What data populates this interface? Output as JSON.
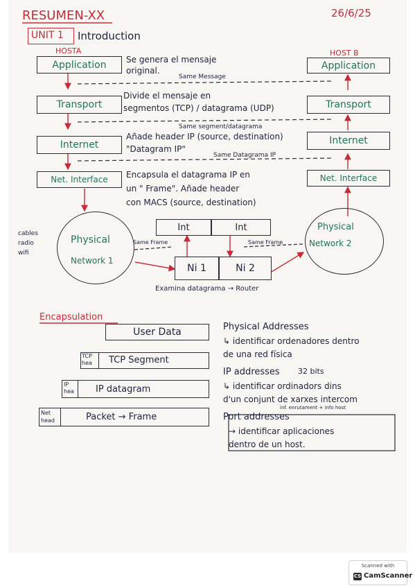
{
  "header": {
    "title": "RESUMEN-XX",
    "date": "26/6/25"
  },
  "unit": {
    "badge": "UNIT 1",
    "title": "Introduction"
  },
  "hosts": {
    "a": "HOSTA",
    "b": "HOST B"
  },
  "layers": {
    "application": "Application",
    "transport": "Transport",
    "internet": "Internet",
    "net_interface": "Net. Interface",
    "physical": "Physical",
    "network1": "Network 1",
    "physical2": "Physical",
    "network2": "Network 2"
  },
  "peer_labels": {
    "message": "Same Message",
    "segment": "Same segment/datagrama",
    "datagram": "Same Datagrama IP",
    "frame_left": "Same Frame",
    "frame_right": "Same Frame"
  },
  "notes": {
    "app": [
      "Se genera el mensaje",
      "original."
    ],
    "transport": [
      "Divide el mensaje en",
      "segmentos (TCP) / datagrama (UDP)"
    ],
    "internet": [
      "Añade header IP (source, destination)",
      "\"Datagram IP\""
    ],
    "netif": [
      "Encapsula el datagrama IP en",
      "un \" Frame\". Añade header",
      "con MACS (source, destination)"
    ]
  },
  "media": [
    "cables",
    "radio",
    "wifi"
  ],
  "routers": {
    "int_left": "Int",
    "int_right": "Int",
    "ni1": "Ni 1",
    "ni2": "Ni 2",
    "caption": "Examina datagrama → Router"
  },
  "encapsulation": {
    "title": "Encapsulation",
    "rows": [
      {
        "head": [],
        "label": "User Data"
      },
      {
        "head": [
          "TCP",
          "hea"
        ],
        "label": "TCP Segment"
      },
      {
        "head": [
          "IP",
          "hea"
        ],
        "label": "IP datagram"
      },
      {
        "head": [
          "Net",
          "head"
        ],
        "label": "Packet → Frame"
      }
    ]
  },
  "addresses": {
    "physical": {
      "title": "Physical Addresses",
      "desc": [
        "↳ identificar ordenadores dentro",
        "de una red física"
      ]
    },
    "ip": {
      "title": "IP addresses",
      "bits": "32 bits",
      "desc": [
        "↳ identificar ordinadors dins",
        "d'un conjunt de xarxes intercom"
      ],
      "sub": "inf. enrutament + info host"
    },
    "port": {
      "title": "Port addresses",
      "desc": [
        "→ identificar aplicaciones",
        "dentro de un host."
      ]
    }
  },
  "scanner": {
    "line1": "Scanned with",
    "logo": "CS",
    "name": "CamScanner"
  }
}
